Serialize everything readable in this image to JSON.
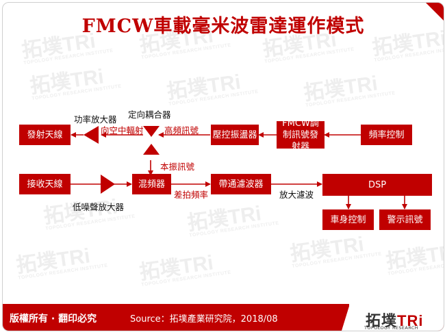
{
  "title": "FMCW車載毫米波雷達運作模式",
  "watermark": {
    "main": "拓墣TRi",
    "sub": "TOPOLOGY RESEARCH INSTITUTE"
  },
  "blocks": {
    "tx_antenna": "發射天線",
    "pressure_osc": "壓控振盪器",
    "fmcw_transmitter": "FMCW調制訊號發射器",
    "freq_control": "頻率控制",
    "rx_antenna": "接收天線",
    "mixer": "混頻器",
    "bandpass": "帶通濾波器",
    "dsp": "DSP",
    "vehicle_control": "車身控制",
    "warning_signal": "警示訊號"
  },
  "labels": {
    "power_amp": "功率放大器",
    "coupler": "定向耦合器",
    "to_center_radiate": "向空中輻射",
    "hf_signal": "高頻訊號",
    "local_osc": "本振訊號",
    "lna": "低噪聲放大器",
    "beat_freq": "差拍頻率",
    "amp_filter": "放大濾波"
  },
  "footer": {
    "copyright": "版權所有 · 翻印必究",
    "source": "Source：拓墣產業研究院，2018/08",
    "logo_main": "拓墣",
    "logo_accent": "TRi",
    "logo_sub": "TOPOLOGY RESEARCH INSTITUTE"
  },
  "colors": {
    "accent": "#c00000"
  }
}
